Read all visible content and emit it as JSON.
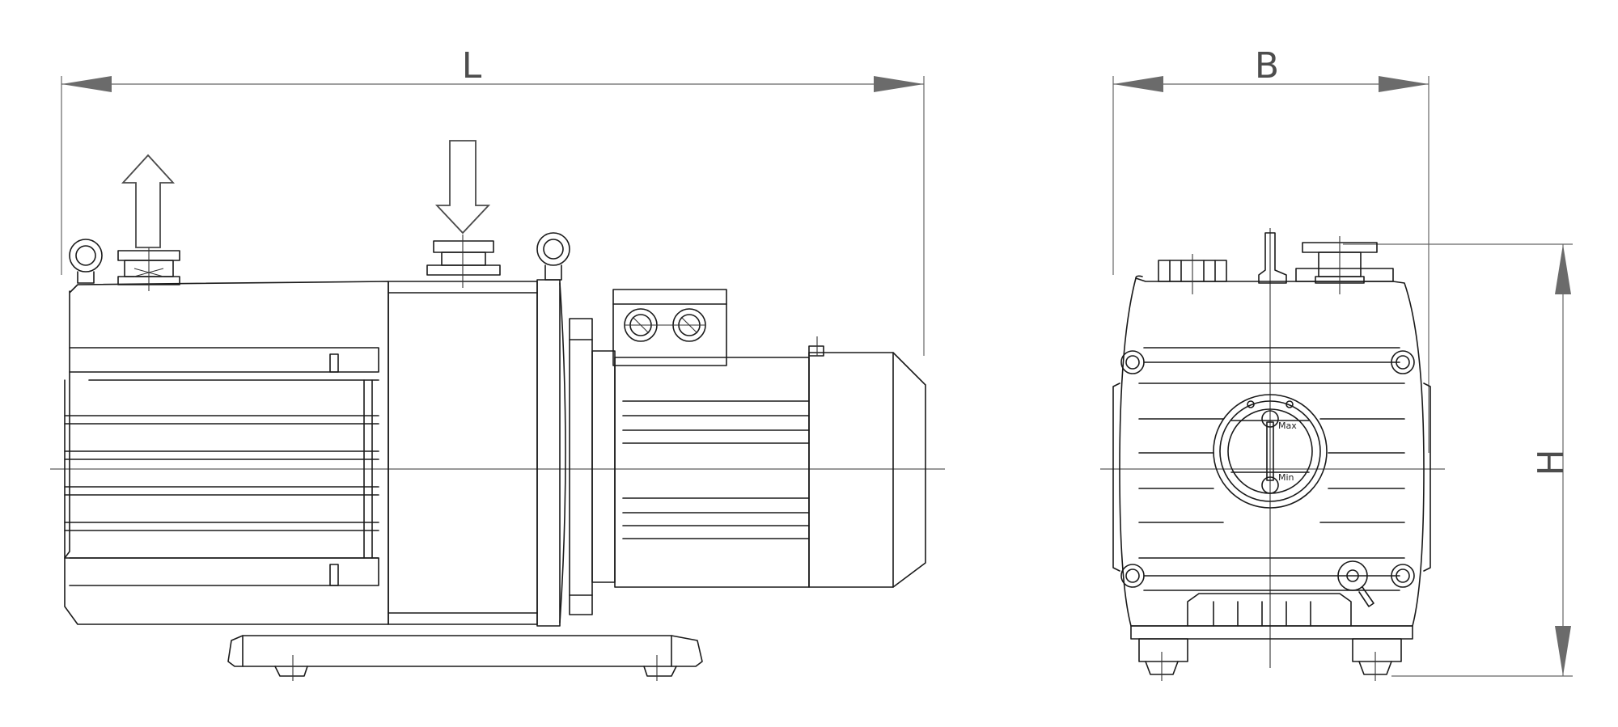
{
  "dimensions": {
    "length_label": "L",
    "width_label": "B",
    "height_label": "H"
  },
  "sight_glass": {
    "max_label": "Max",
    "min_label": "Min"
  },
  "icons": {
    "outlet": "up-arrow-icon",
    "inlet": "down-arrow-icon"
  }
}
